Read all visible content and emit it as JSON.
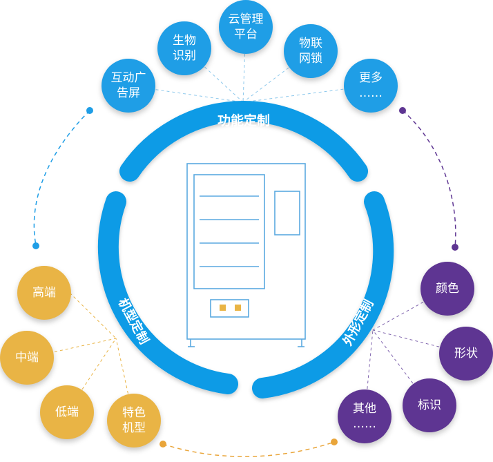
{
  "arcs": {
    "function": {
      "label": "功能定制",
      "color": "#0f9be6"
    },
    "model": {
      "label": "机型定制",
      "color": "#0f9be6"
    },
    "appearance": {
      "label": "外形定制",
      "color": "#0f9be6"
    }
  },
  "function_items": [
    {
      "line1": "互动广",
      "line2": "告屏"
    },
    {
      "line1": "生物",
      "line2": "识别"
    },
    {
      "line1": "云管理",
      "line2": "平台"
    },
    {
      "line1": "物联",
      "line2": "网锁"
    },
    {
      "line1": "更多",
      "line2": "……"
    }
  ],
  "model_items": [
    {
      "line1": "高端",
      "line2": ""
    },
    {
      "line1": "中端",
      "line2": ""
    },
    {
      "line1": "低端",
      "line2": ""
    },
    {
      "line1": "特色",
      "line2": "机型"
    }
  ],
  "appearance_items": [
    {
      "line1": "颜色",
      "line2": ""
    },
    {
      "line1": "形状",
      "line2": ""
    },
    {
      "line1": "标识",
      "line2": ""
    },
    {
      "line1": "其他",
      "line2": "……"
    }
  ],
  "colors": {
    "blue": "#1f9ee6",
    "gold": "#e9b445",
    "purple": "#5e3592",
    "machine_outline": "#5aa9e0"
  },
  "icons": {
    "center": "vending-machine-icon"
  }
}
